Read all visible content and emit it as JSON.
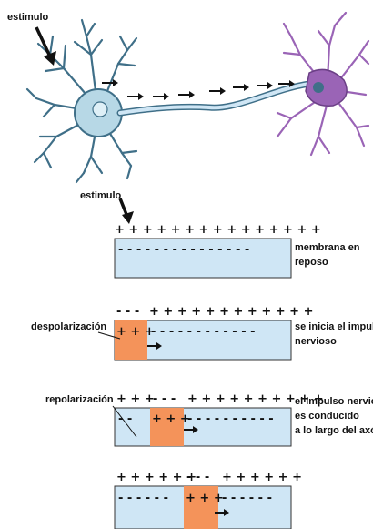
{
  "top": {
    "stimulus_label": "estimulo"
  },
  "middle": {
    "stimulus_label": "estimulo"
  },
  "rows": [
    {
      "top_signs": "+ + + + + + + + + + + + + + +",
      "bottom_signs": "- - - - - - - - - - - - - - -",
      "depol_signs": "",
      "side_label": [
        "membrana en",
        "reposo"
      ],
      "left_label": ""
    },
    {
      "top_signs_minus": "- - -",
      "top_signs": "+ + + + + + + + + + + +",
      "bottom_signs": "- - - - - - - - - - - -",
      "depol_signs": "+ + +",
      "side_label": [
        "se inicia el impulso",
        "nervioso"
      ],
      "left_label": "despolarización"
    },
    {
      "top_signs_left": "+ + +",
      "top_signs_minus": "- - -",
      "top_signs": "+ + + + + + + + + +",
      "bottom_signs_left": "- -",
      "bottom_signs": "- - - - - - - - - -",
      "depol_signs": "+ + +",
      "side_label": [
        "el impulso nervioso",
        "es conducido",
        "a lo largo del axón"
      ],
      "left_label": "repolarización"
    },
    {
      "top_signs_left": "+ + + + + +",
      "top_signs_minus": "- - -",
      "top_signs": "+ + + + + +",
      "bottom_signs_left": "- - - - - -",
      "bottom_signs": "- - - - - -",
      "depol_signs": "+ + +",
      "side_label": [],
      "left_label": ""
    }
  ],
  "colors": {
    "membrane_fill": "#cfe6f5",
    "membrane_border": "#333333",
    "depolarized_fill": "#f4935a",
    "neuron_body": "#b7d8e6",
    "neuron_dendrite": "#3f6f88",
    "target_neuron": "#9a64b6"
  }
}
